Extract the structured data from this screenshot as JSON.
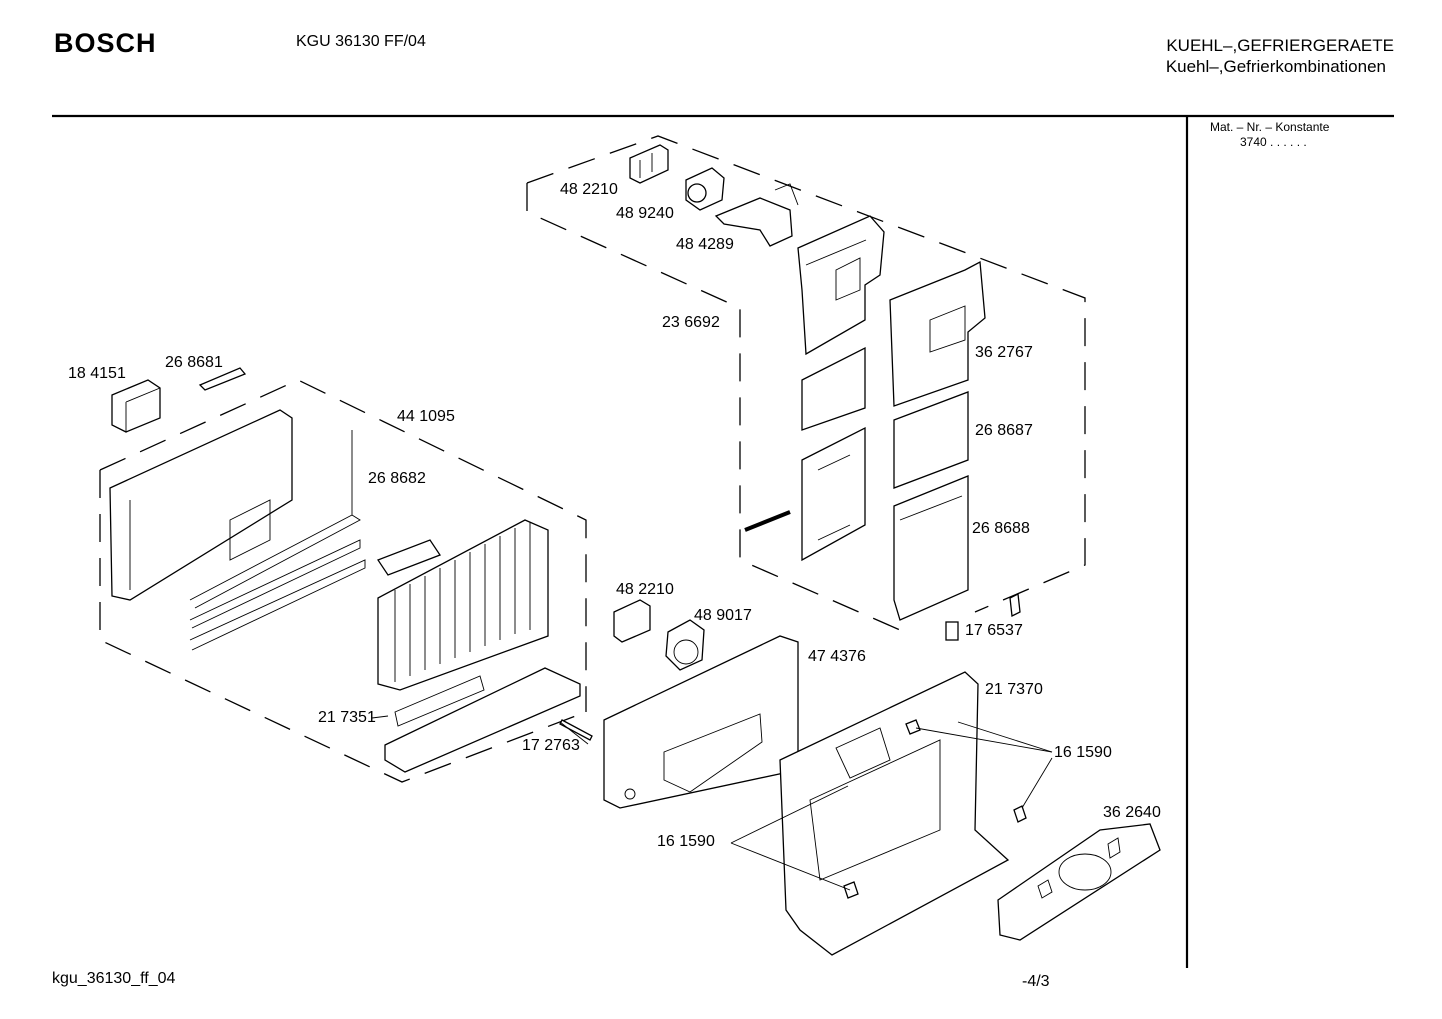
{
  "header": {
    "brand": "BOSCH",
    "model": "KGU 36130 FF/04",
    "category_line1": "KUEHL–,GEFRIERGERAETE",
    "category_line2": "Kuehl–,Gefrierkombinationen"
  },
  "sidebar": {
    "matnr_label": "Mat. – Nr. – Konstante",
    "matnr_value": "3740  .  .  .  .  .  ."
  },
  "footer": {
    "drawing_id": "kgu_36130_ff_04",
    "page": "-4/3"
  },
  "parts": [
    {
      "id": "p1",
      "number": "48 2210"
    },
    {
      "id": "p2",
      "number": "48 9240"
    },
    {
      "id": "p3",
      "number": "48 4289"
    },
    {
      "id": "p4",
      "number": "23 6692"
    },
    {
      "id": "p5",
      "number": "36 2767"
    },
    {
      "id": "p6",
      "number": "26 8687"
    },
    {
      "id": "p7",
      "number": "26 8688"
    },
    {
      "id": "p8",
      "number": "18 4151"
    },
    {
      "id": "p9",
      "number": "26 8681"
    },
    {
      "id": "p10",
      "number": "44 1095"
    },
    {
      "id": "p11",
      "number": "26 8682"
    },
    {
      "id": "p12",
      "number": "48 2210"
    },
    {
      "id": "p13",
      "number": "48 9017"
    },
    {
      "id": "p14",
      "number": "47 4376"
    },
    {
      "id": "p15",
      "number": "17 6537"
    },
    {
      "id": "p16",
      "number": "21 7370"
    },
    {
      "id": "p17",
      "number": "21 7351"
    },
    {
      "id": "p18",
      "number": "17 2763"
    },
    {
      "id": "p19",
      "number": "16 1590"
    },
    {
      "id": "p20",
      "number": "36 2640"
    },
    {
      "id": "p21",
      "number": "16 1590"
    }
  ]
}
